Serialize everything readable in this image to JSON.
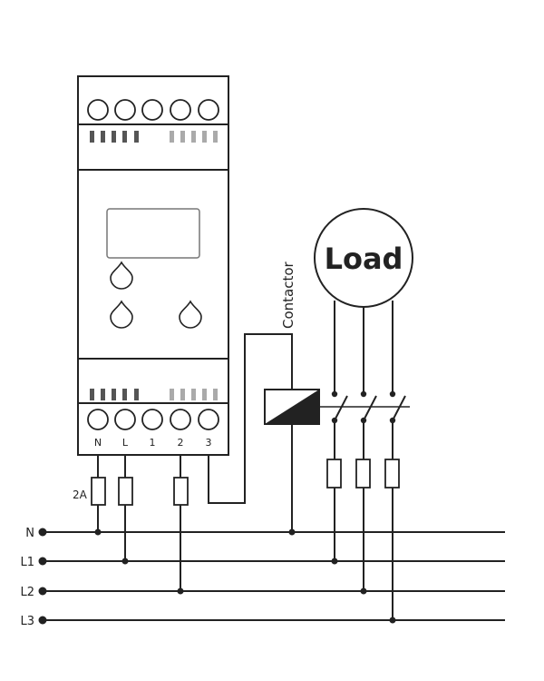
{
  "load": {
    "label": "Load"
  },
  "contactor": {
    "label": "Contactor"
  },
  "fuse": {
    "rating": "2A"
  },
  "terminals": {
    "bottom": [
      "N",
      "L",
      "1",
      "2",
      "3"
    ]
  },
  "lines": {
    "labels": [
      "N",
      "L1",
      "L2",
      "L3"
    ]
  }
}
